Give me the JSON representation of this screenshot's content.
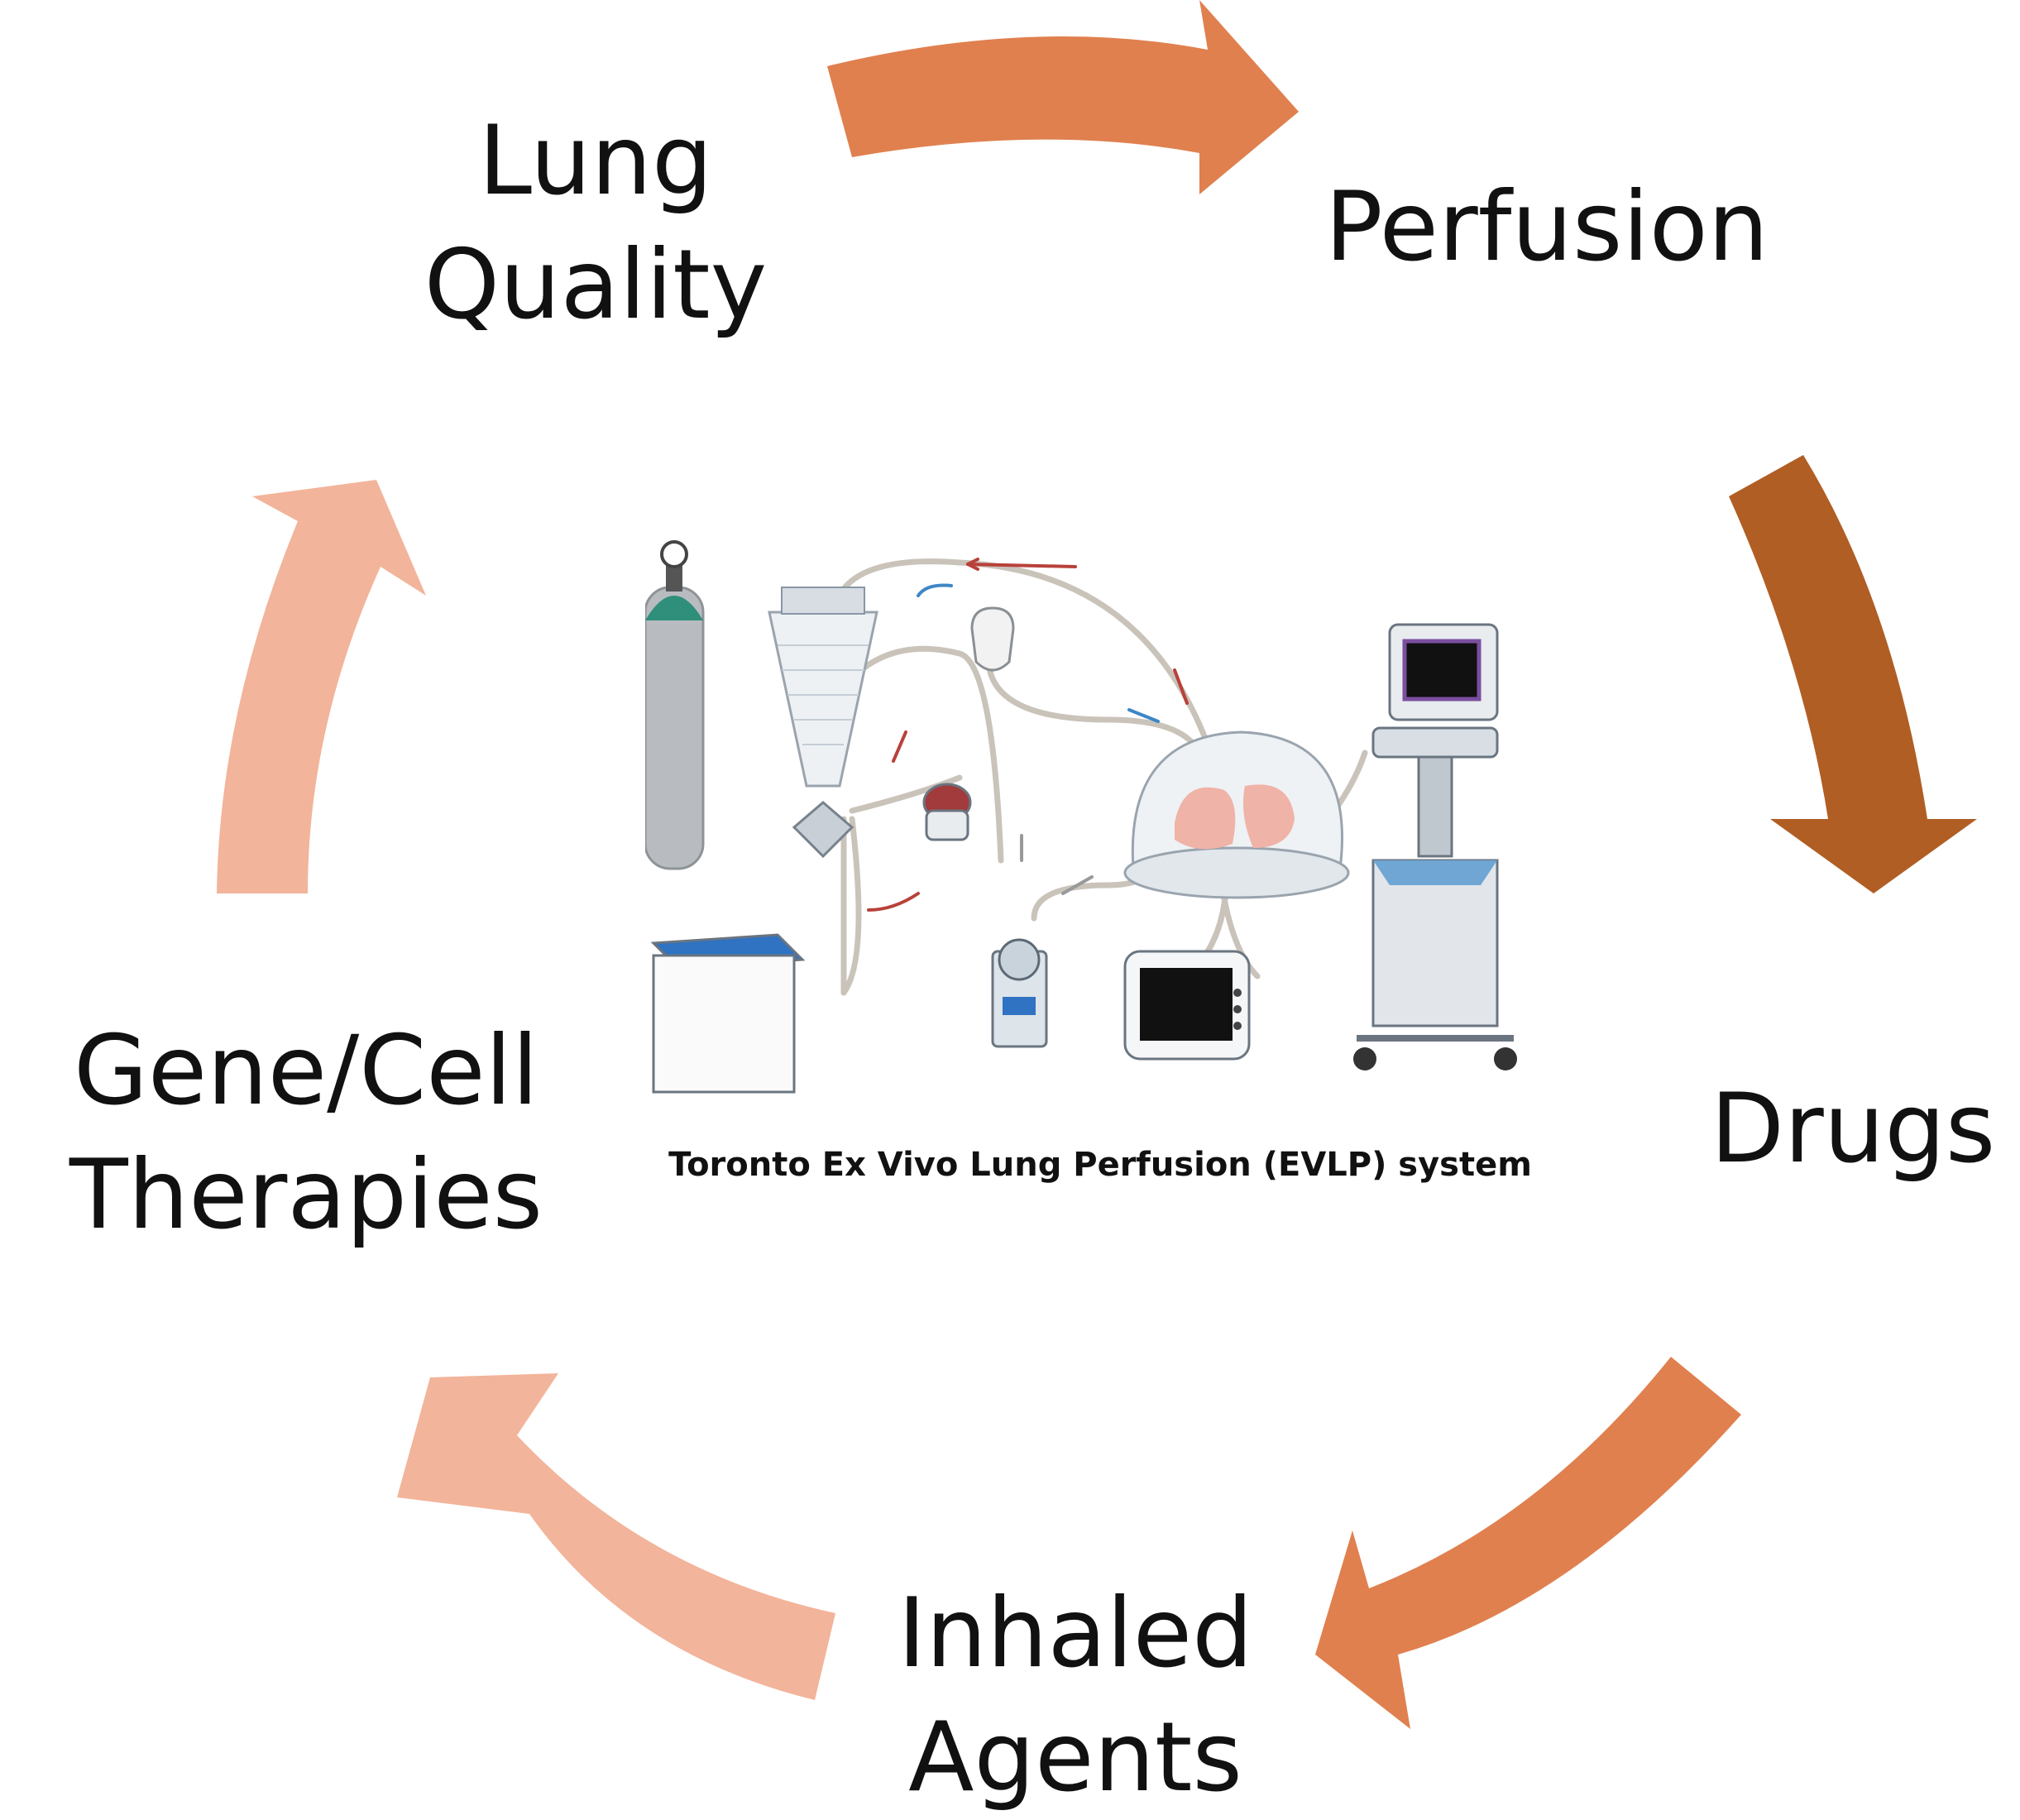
{
  "stages": {
    "lung_quality": [
      "Lung",
      "Quality"
    ],
    "perfusion": [
      "Perfusion"
    ],
    "drugs": [
      "Drugs"
    ],
    "inhaled_agents": [
      "Inhaled",
      "Agents"
    ],
    "gene_cell": [
      "Gene/Cell",
      "Therapies"
    ]
  },
  "caption": "Toronto Ex Vivo Lung Perfusion (EVLP) system",
  "colors": {
    "arrow_orange": "#E0804F",
    "arrow_brown": "#B05E24",
    "arrow_peach": "#F2B49A",
    "tube": "#C9C3BA",
    "flow_red": "#B8413A",
    "flow_blue": "#3E86C6"
  }
}
